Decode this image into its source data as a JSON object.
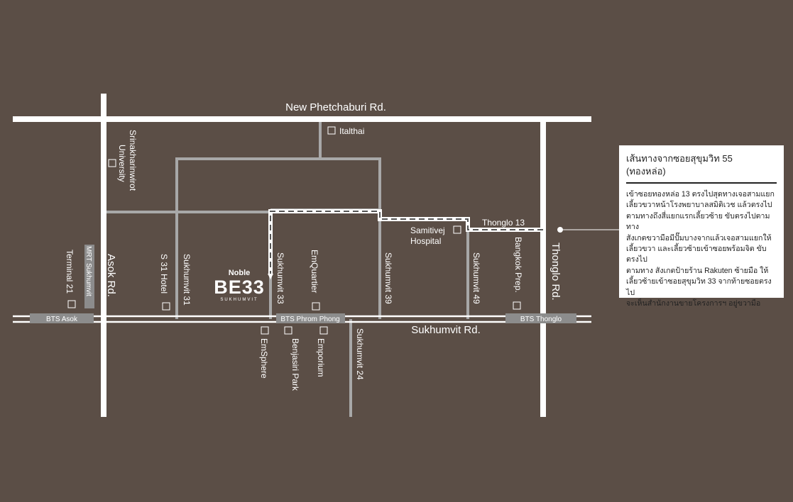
{
  "roads": {
    "new_phetchaburi": "New Phetchaburi Rd.",
    "sukhumvit": "Sukhumvit Rd.",
    "asok": "Asok  Rd.",
    "thonglo_rd": "Thonglo Rd.",
    "thonglo_13": "Thonglo 13",
    "sukhumvit_31": "Sukhumvit 31",
    "sukhumvit_33": "Sukhumvit 33",
    "sukhumvit_39": "Sukhumvit 39",
    "sukhumvit_49": "Sukhumvit 49",
    "sukhumvit_24": "Sukhumvit 24"
  },
  "stations": {
    "bts_asok": "BTS Asok",
    "bts_phrom_phong": "BTS Phrom Phong",
    "bts_thonglo": "BTS Thonglo",
    "mrt_sukhumvit": "MRT Sukhumvit"
  },
  "landmarks": {
    "italthai": "Italthai",
    "srinakharinwirot_line1": "Srinakharinwirot",
    "srinakharinwirot_line2": "University",
    "terminal21": "Terminal 21",
    "s31_hotel": "S 31 Hotel",
    "emquartier": "EmQuartier",
    "samitivej_line1": "Samitivej",
    "samitivej_line2": "Hospital",
    "bangkok_prep": "Bangkok Prep.",
    "emsphere": "EmSphere",
    "benjasiri_park": "Benjasiri Park",
    "emporium": "Emporium"
  },
  "project": {
    "name_top": "Noble",
    "name_main": "BE33",
    "name_sub": "SUKHUMVIT"
  },
  "info": {
    "title_line1": "เส้นทางจากซอยสุขุมวิท 55",
    "title_line2": "(ทองหล่อ)",
    "body_lines": [
      "เข้าซอยทองหล่อ 13 ตรงไปสุดทางเจอสามแยก",
      "เลี้ยวขวาหน้าโรงพยาบาลสมิติเวช แล้วตรงไป",
      "ตามทางถึงสี่แยกแรกเลี้ยวซ้าย ขับตรงไปตามทาง",
      "สังเกตขวามือมีปั๊มบางจากแล้วเจอสามแยกให้",
      "เลี้ยวขวา และเลี้ยวซ้ายเข้าซอยพร้อมจิต ขับตรงไป",
      "ตามทาง สังเกตป้ายร้าน Rakuten ซ้ายมือ ให้",
      "เลี้ยวซ้ายเข้าซอยสุขุมวิท 33 จากท้ายซอยตรงไป",
      "จะเห็นสำนักงานขายโครงการฯ อยู่ขวามือ"
    ]
  },
  "colors": {
    "background": "#5b4e46",
    "main_road": "#ffffff",
    "minor_road": "#a8a8a8",
    "station_box": "#8c8c8c",
    "info_bg": "#ffffff"
  }
}
